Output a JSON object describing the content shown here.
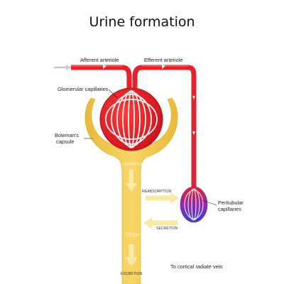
{
  "title": "Urine formation",
  "labels": {
    "afferent_arteriole": "Afferent arteriole",
    "efferent_arteriole": "Efferent arteriole",
    "glomerular_capillaries": "Glomerular capillaries",
    "bowmans_capsule_line1": "Bowman's",
    "bowmans_capsule_line2": "capsule",
    "filtration": "FILTRATION",
    "reabsorption": "REABSORPTION",
    "peritubular_line1": "Peritubular",
    "peritubular_line2": "capillaries",
    "secretion": "SECRETION",
    "urine": "Urine",
    "excretion": "EXCRETION",
    "vein": "To cortical radiate vein"
  },
  "colors": {
    "artery_red": "#e8202a",
    "artery_dark": "#b5121b",
    "tubule_yellow": "#f2c84b",
    "tubule_light": "#f8dc7a",
    "vein_blue": "#3b3fd0",
    "arrow_pale": "#f6eaa6",
    "inflow_arrow": "#c8c8c8"
  }
}
